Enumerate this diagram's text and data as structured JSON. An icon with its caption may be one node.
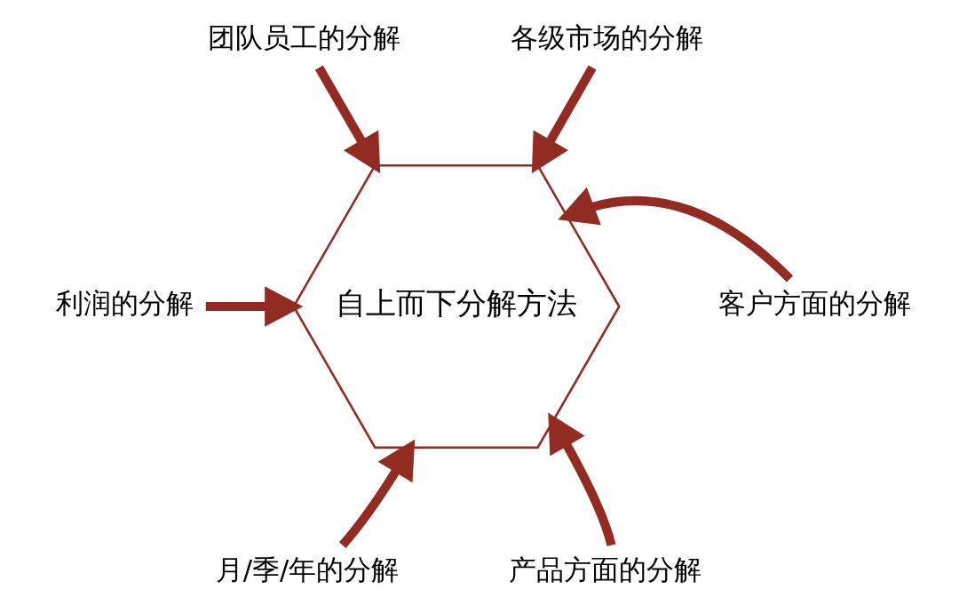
{
  "diagram": {
    "nodes": [
      {
        "text": [
          "自上而下分解方法"
        ]
      },
      {
        "text": [
          "团队员工的分解"
        ]
      },
      {
        "text": [
          "各级市场的分解"
        ]
      },
      {
        "text": [
          "利润的分解"
        ]
      },
      {
        "text": [
          "客户方面的分解"
        ]
      },
      {
        "text": [
          "月/季/年的分解"
        ]
      },
      {
        "text": [
          "产品方面的分解"
        ]
      }
    ],
    "edges": [
      {
        "from": 1,
        "to": 0,
        "arrow": "to"
      },
      {
        "from": 2,
        "to": 0,
        "arrow": "to"
      },
      {
        "from": 3,
        "to": 0,
        "arrow": "to"
      },
      {
        "from": 4,
        "to": 0,
        "arrow": "to"
      },
      {
        "from": 5,
        "to": 0,
        "arrow": "to"
      },
      {
        "from": 6,
        "to": 0,
        "arrow": "to"
      }
    ]
  }
}
